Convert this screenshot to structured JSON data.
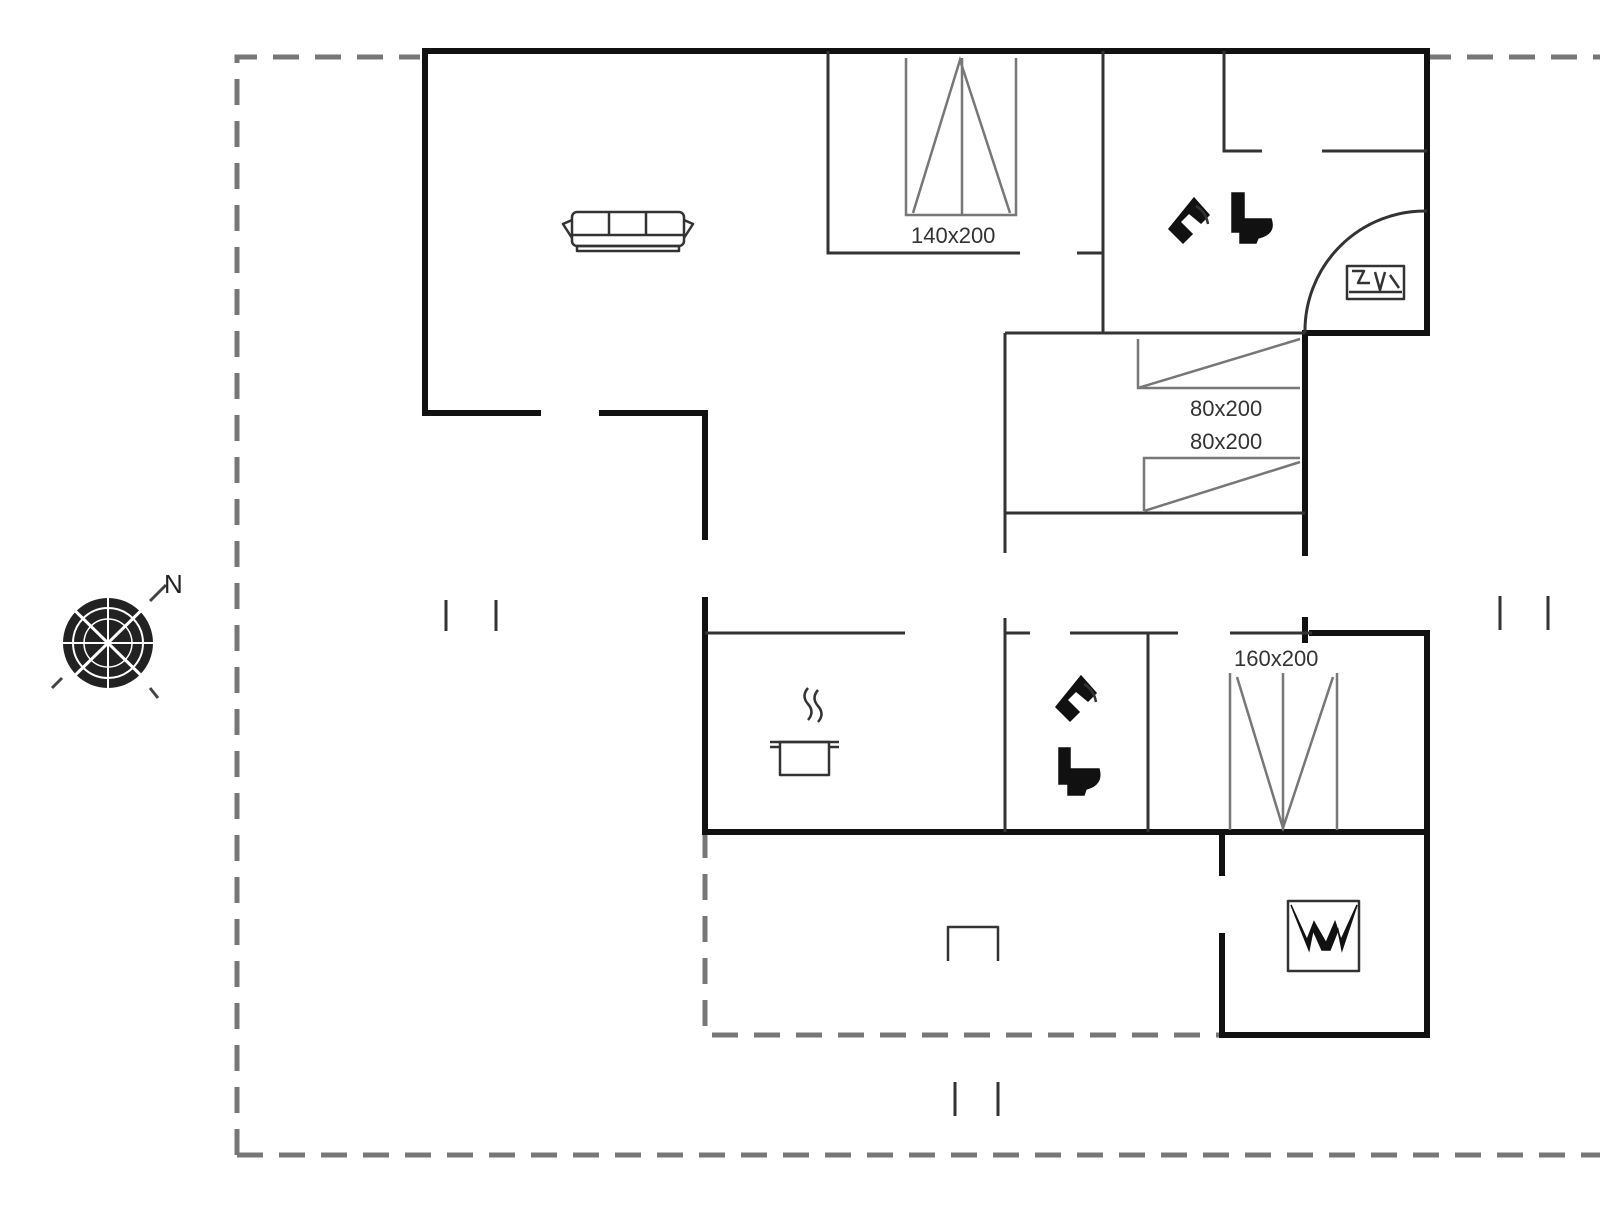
{
  "compass": {
    "label": "N"
  },
  "beds": {
    "master": "140x200",
    "bunk_top": "80x200",
    "bunk_bottom": "80x200",
    "second": "160x200"
  },
  "icons": [
    "compass-icon",
    "sofa-icon",
    "toilet-icon",
    "shower-icon",
    "cooking-pot-icon",
    "washing-machine-icon",
    "fireplace-icon"
  ]
}
